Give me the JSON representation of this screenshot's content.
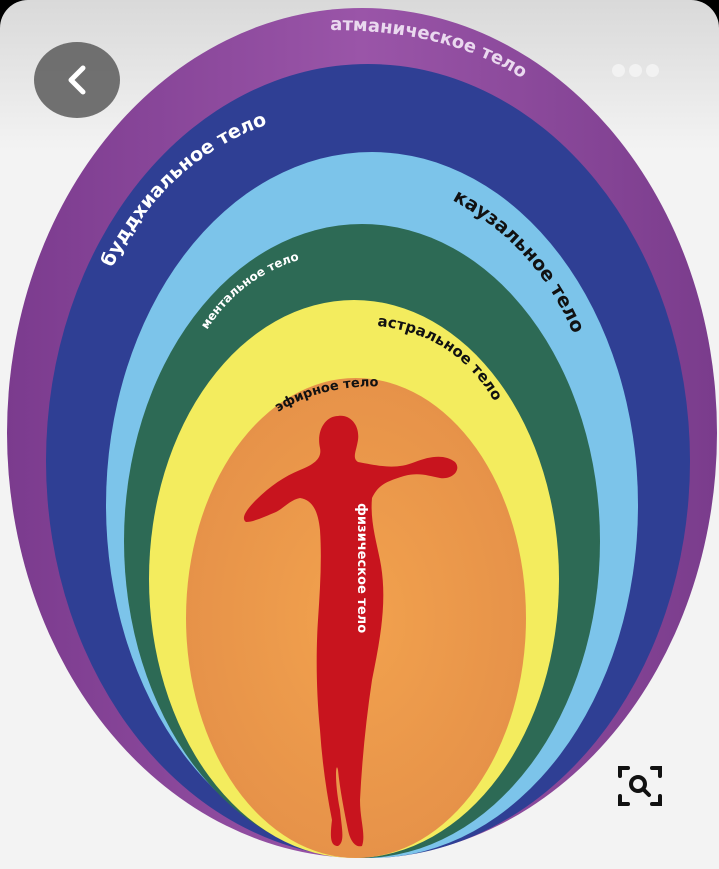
{
  "diagram": {
    "labels": {
      "atmanic": "атманическое тело",
      "buddhic": "буддхиальное тело",
      "causal": "каузальное тело",
      "mental": "ментальное тело",
      "astral": "астральное тело",
      "etheric": "эфирное тело",
      "physical": "физическое тело"
    },
    "colors": {
      "atmanic": "#8e4a9c",
      "buddhic": "#2f3f94",
      "causal": "#7cc4ea",
      "mental": "#2d6a55",
      "astral": "#f3ec5e",
      "etheric": "#ec9a4c",
      "physical": "#c8141e"
    }
  },
  "controls": {
    "back_icon": "chevron-left-icon",
    "more_icon": "more-dots-icon",
    "lens_icon": "visual-search-icon"
  }
}
